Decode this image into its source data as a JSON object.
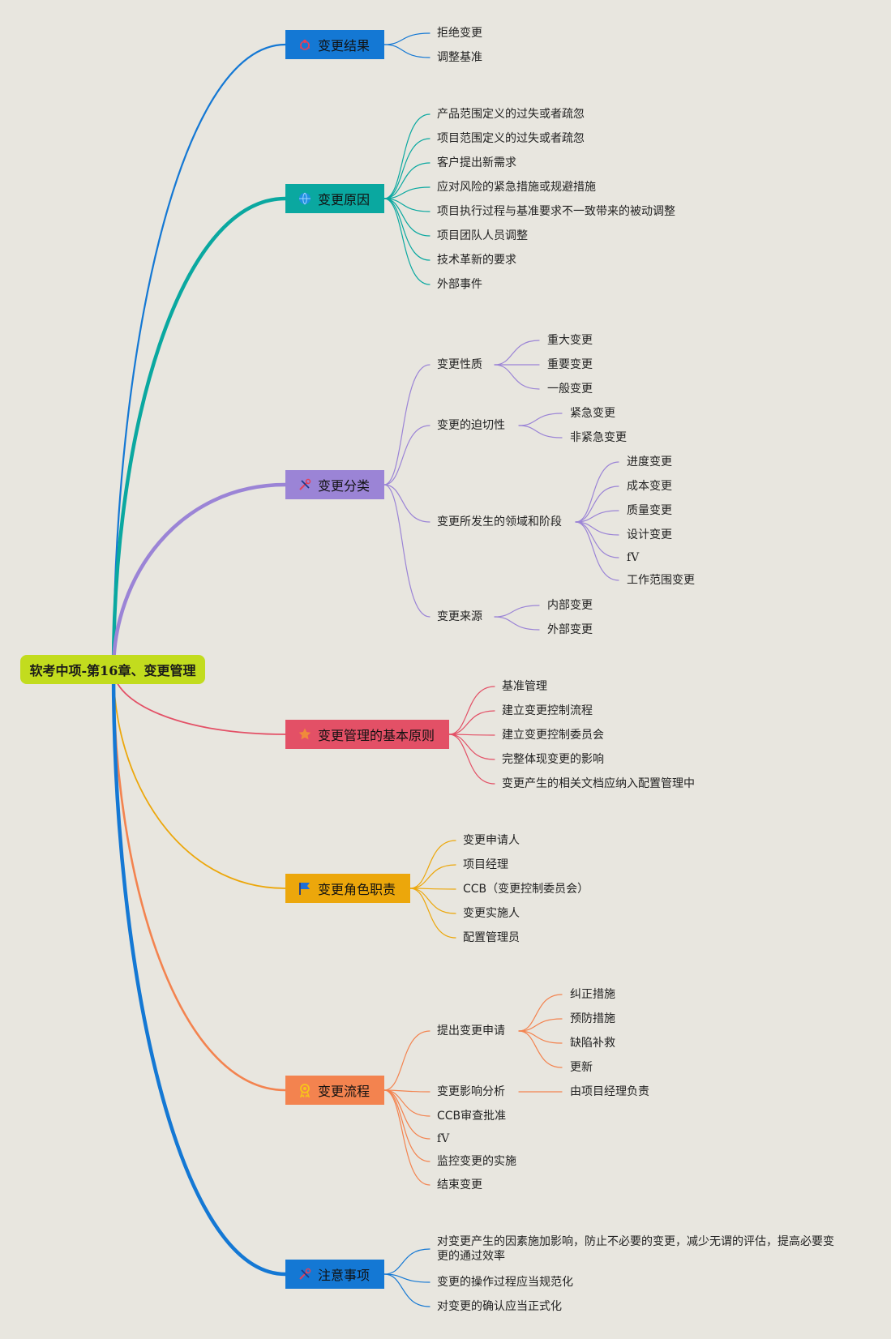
{
  "root": "软考中项-第16章、变更管理",
  "colors": {
    "root": "#c2dc1e",
    "b0": "#1478d4",
    "b1": "#0aa8a0",
    "b2": "#9b84d6",
    "b3": "#e35066",
    "b4": "#eca70b",
    "b5": "#f3834f",
    "b6": "#1478d4"
  },
  "branches": [
    {
      "label": "变更结果",
      "icon": "bug-icon",
      "children": [
        "拒绝变更",
        "调整基准"
      ]
    },
    {
      "label": "变更原因",
      "icon": "globe-icon",
      "children": [
        "产品范围定义的过失或者疏忽",
        "项目范围定义的过失或者疏忽",
        "客户提出新需求",
        "应对风险的紧急措施或规避措施",
        "项目执行过程与基准要求不一致带来的被动调整",
        "项目团队人员调整",
        "技术革新的要求",
        "外部事件"
      ]
    },
    {
      "label": "变更分类",
      "icon": "tools-icon",
      "children": [
        {
          "label": "变更性质",
          "children": [
            "重大变更",
            "重要变更",
            "一般变更"
          ]
        },
        {
          "label": "变更的迫切性",
          "children": [
            "紧急变更",
            "非紧急变更"
          ]
        },
        {
          "label": "变更所发生的领域和阶段",
          "children": [
            "进度变更",
            "成本变更",
            "质量变更",
            "设计变更",
            "fV",
            "工作范围变更"
          ]
        },
        {
          "label": "变更来源",
          "children": [
            "内部变更",
            "外部变更"
          ]
        }
      ]
    },
    {
      "label": "变更管理的基本原则",
      "icon": "star-icon",
      "children": [
        "基准管理",
        "建立变更控制流程",
        "建立变更控制委员会",
        "完整体现变更的影响",
        "变更产生的相关文档应纳入配置管理中"
      ]
    },
    {
      "label": "变更角色职责",
      "icon": "flag-icon",
      "children": [
        "变更申请人",
        "项目经理",
        "CCB（变更控制委员会）",
        "变更实施人",
        "配置管理员"
      ]
    },
    {
      "label": "变更流程",
      "icon": "medal-icon",
      "children": [
        {
          "label": "提出变更申请",
          "children": [
            "纠正措施",
            "预防措施",
            "缺陷补救",
            "更新"
          ]
        },
        {
          "label": "变更影响分析",
          "children": [
            "由项目经理负责"
          ]
        },
        "CCB审查批准",
        "fV",
        "监控变更的实施",
        "结束变更"
      ]
    },
    {
      "label": "注意事项",
      "icon": "tools-icon",
      "children": [
        "对变更产生的因素施加影响，防止不必要的变更，减少无谓的评估，提高必要变更的通过效率",
        "变更的操作过程应当规范化",
        "对变更的确认应当正式化"
      ]
    }
  ]
}
